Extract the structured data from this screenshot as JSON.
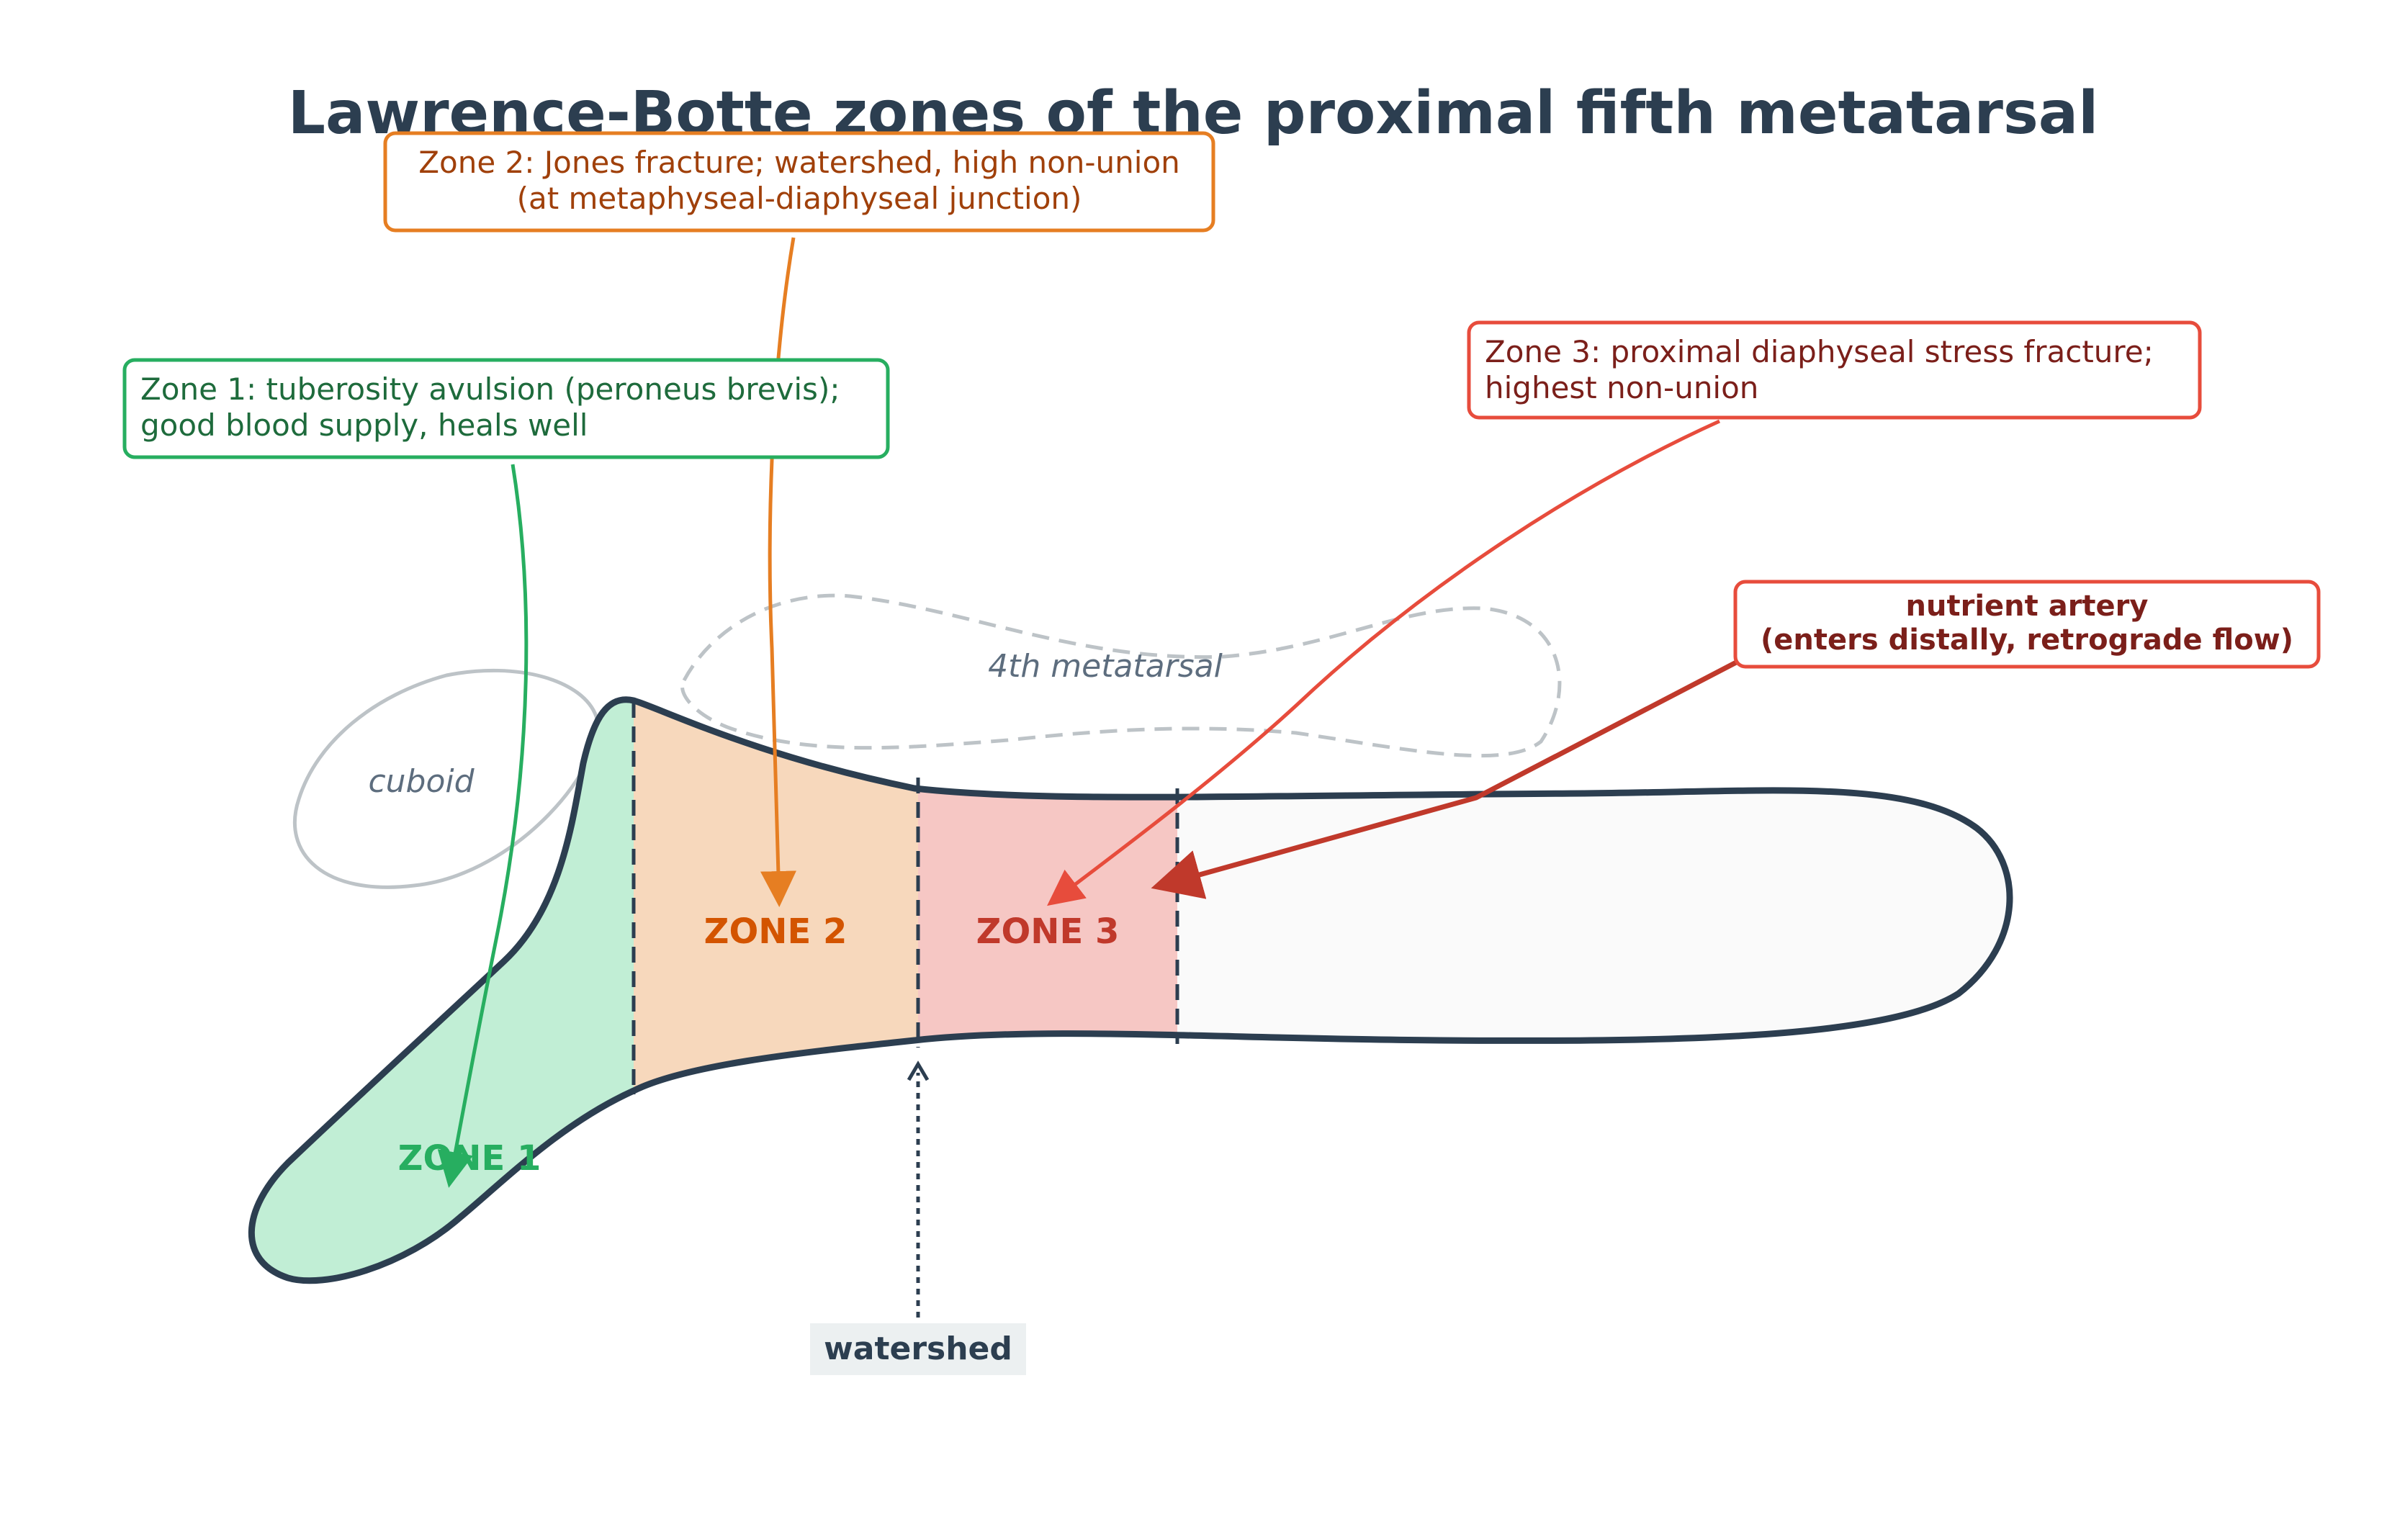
{
  "title": "Lawrence-Botte zones of the proximal fifth metatarsal",
  "neighbors": {
    "cuboid": "cuboid",
    "fourth_metatarsal": "4th metatarsal"
  },
  "zones": [
    {
      "label": "ZONE 1",
      "color": "#27ae60",
      "fill": "#c1eed5"
    },
    {
      "label": "ZONE 2",
      "color": "#d35400",
      "fill": "#f7d8bc"
    },
    {
      "label": "ZONE 3",
      "color": "#c0392b",
      "fill": "#f6c7c4"
    }
  ],
  "callouts": {
    "zone1": {
      "lines": [
        "Zone 1: tuberosity avulsion (peroneus brevis);",
        "good blood supply, heals well"
      ],
      "text_color": "#1e6b3c",
      "border_color": "#27ae60"
    },
    "zone2": {
      "lines": [
        "Zone 2: Jones fracture; watershed, high non-union",
        "(at metaphyseal-diaphyseal junction)"
      ],
      "text_color": "#a0400a",
      "border_color": "#e67e22"
    },
    "zone3": {
      "lines": [
        "Zone 3: proximal diaphyseal stress fracture;",
        "highest non-union"
      ],
      "text_color": "#7b1f1a",
      "border_color": "#e74c3c"
    },
    "artery": {
      "lines": [
        "nutrient artery",
        "(enters distally, retrograde flow)"
      ],
      "text_color": "#7b1f1a",
      "border_color": "#e74c3c"
    }
  },
  "watershed": {
    "label": "watershed"
  },
  "colors": {
    "bone_outline": "#2c3e50",
    "shaft_fill": "#fafafa",
    "ghost": "#bdc3c7",
    "artery_arrow": "#c0392b"
  }
}
